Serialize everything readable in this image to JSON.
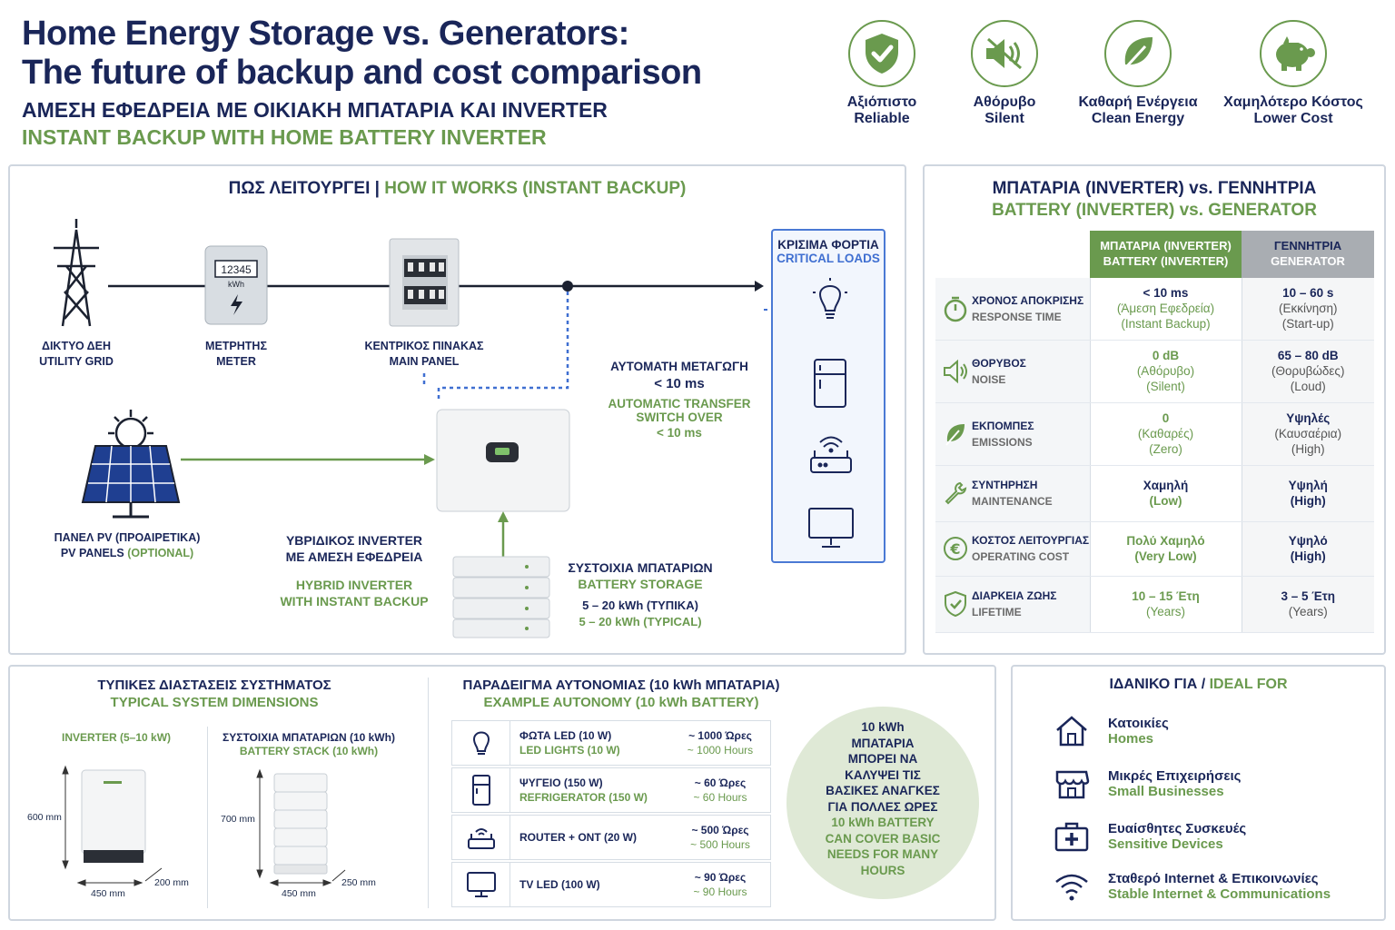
{
  "header": {
    "title_line1": "Home Energy Storage vs. Generators:",
    "title_line2": "The future of backup and cost comparison",
    "subtitle_gr": "ΑΜΕΣΗ ΕΦΕΔΡΕΙΑ ΜΕ ΟΙΚΙΑΚΗ ΜΠΑΤΑΡΙΑ ΚΑΙ INVERTER",
    "subtitle_en": "INSTANT BACKUP WITH HOME BATTERY INVERTER"
  },
  "benefits": [
    {
      "icon": "shield-check-icon",
      "gr": "Αξιόπιστο",
      "en": "Reliable"
    },
    {
      "icon": "speaker-mute-icon",
      "gr": "Αθόρυβο",
      "en": "Silent"
    },
    {
      "icon": "leaf-icon",
      "gr": "Καθαρή Ενέργεια",
      "en": "Clean Energy"
    },
    {
      "icon": "piggy-bank-icon",
      "gr": "Χαμηλότερο Κόστος",
      "en": "Lower Cost"
    }
  ],
  "how": {
    "title_gr": "ΠΩΣ ΛΕΙΤΟΥΡΓΕΙ |",
    "title_en": "HOW IT WORKS (INSTANT BACKUP)",
    "grid_gr": "ΔΙΚΤΥΟ ΔΕΗ",
    "grid_en": "UTILITY GRID",
    "meter_gr": "ΜΕΤΡΗΤΗΣ",
    "meter_en": "METER",
    "meter_reading": "12345",
    "meter_unit": "kWh",
    "panel_gr": "ΚΕΝΤΡΙΚΟΣ ΠΙΝΑΚΑΣ",
    "panel_en": "MAIN PANEL",
    "switch_gr": "ΑΥΤΟΜΑΤΗ ΜΕΤΑΓΩΓΗ",
    "switch_gr_time": "< 10 ms",
    "switch_en1": "AUTOMATIC TRANSFER",
    "switch_en2": "SWITCH OVER",
    "switch_en_time": "< 10 ms",
    "pv_gr": "ΠΑΝΕΛ PV (ΠΡΟΑΙΡΕΤΙΚΑ)",
    "pv_en_a": "PV PANELS",
    "pv_en_b": "(OPTIONAL)",
    "inverter_gr1": "ΥΒΡΙΔΙΚΟΣ INVERTER",
    "inverter_gr2": "ΜΕ ΑΜΕΣΗ ΕΦΕΔΡΕΙΑ",
    "inverter_en1": "HYBRID INVERTER",
    "inverter_en2": "WITH INSTANT BACKUP",
    "battery_gr": "ΣΥΣΤΟΙΧΙΑ ΜΠΑΤΑΡΙΩΝ",
    "battery_en": "BATTERY STORAGE",
    "battery_gr_cap": "5 – 20 kWh (ΤΥΠΙΚΑ)",
    "battery_en_cap": "5 – 20 kWh (TYPICAL)",
    "loads_gr": "ΚΡΙΣΙΜΑ ΦΟΡΤΙΑ",
    "loads_en": "CRITICAL LOADS"
  },
  "compare": {
    "title_gr": "ΜΠΑΤΑΡΙΑ (INVERTER) vs. ΓΕΝΝΗΤΡΙΑ",
    "title_en": "BATTERY (INVERTER) vs. GENERATOR",
    "col_battery_gr": "ΜΠΑΤΑΡΙΑ (INVERTER)",
    "col_battery_en": "BATTERY (INVERTER)",
    "col_gen_gr": "ΓΕΝΝΗΤΡΙΑ",
    "col_gen_en": "GENERATOR",
    "rows": [
      {
        "icon": "stopwatch-icon",
        "gr": "ΧΡΟΝΟΣ ΑΠΟΚΡΙΣΗΣ",
        "en": "RESPONSE TIME",
        "b1": "< 10 ms",
        "b2": "(Άμεση Εφεδρεία)",
        "b3": "(Instant Backup)",
        "g1": "10 – 60 s",
        "g2": "(Εκκίνηση)",
        "g3": "(Start-up)"
      },
      {
        "icon": "speaker-icon",
        "gr": "ΘΟΡΥΒΟΣ",
        "en": "NOISE",
        "b1": "0 dB",
        "b2": "(Αθόρυβο)",
        "b3": "(Silent)",
        "g1": "65 – 80 dB",
        "g2": "(Θορυβώδες)",
        "g3": "(Loud)"
      },
      {
        "icon": "leaf-icon",
        "gr": "ΕΚΠΟΜΠΕΣ",
        "en": "EMISSIONS",
        "b1": "0",
        "b2": "(Καθαρές)",
        "b3": "(Zero)",
        "g1": "Υψηλές",
        "g2": "(Καυσαέρια)",
        "g3": "(High)"
      },
      {
        "icon": "wrench-icon",
        "gr": "ΣΥΝΤΗΡΗΣΗ",
        "en": "MAINTENANCE",
        "b1": "Χαμηλή",
        "b2": "(Low)",
        "b3": "",
        "g1": "Υψηλή",
        "g2": "(High)",
        "g3": ""
      },
      {
        "icon": "euro-icon",
        "gr": "ΚΟΣΤΟΣ ΛΕΙΤΟΥΡΓΙΑΣ",
        "en": "OPERATING COST",
        "b1": "Πολύ Χαμηλό",
        "b2": "(Very Low)",
        "b3": "",
        "g1": "Υψηλό",
        "g2": "(High)",
        "g3": ""
      },
      {
        "icon": "shield-check-icon",
        "gr": "ΔΙΑΡΚΕΙΑ ΖΩΗΣ",
        "en": "LIFETIME",
        "b1": "10 – 15 Έτη",
        "b2": "(Years)",
        "b3": "",
        "g1": "3 – 5 Έτη",
        "g2": "(Years)",
        "g3": ""
      }
    ]
  },
  "dims": {
    "title_gr": "ΤΥΠΙΚΕΣ ΔΙΑΣΤΑΣΕΙΣ ΣΥΣΤΗΜΑΤΟΣ",
    "title_en": "TYPICAL SYSTEM DIMENSIONS",
    "inv_label": "INVERTER (5–10 kW)",
    "bat_label_gr": "ΣΥΣΤΟΙΧΙΑ ΜΠΑΤΑΡΙΩΝ (10 kWh)",
    "bat_label_en": "BATTERY STACK (10 kWh)",
    "inv_h": "600 mm",
    "inv_w": "450 mm",
    "inv_d": "200 mm",
    "bat_h": "700 mm",
    "bat_w": "450 mm",
    "bat_d": "250 mm"
  },
  "autonomy": {
    "title_gr": "ΠΑΡΑΔΕΙΓΜΑ ΑΥΤΟΝΟΜΙΑΣ (10 kWh ΜΠΑΤΑΡΙΑ)",
    "title_en": "EXAMPLE AUTONOMY (10 kWh BATTERY)",
    "rows": [
      {
        "icon": "bulb-icon",
        "gr": "ΦΩΤΑ LED (10 W)",
        "en": "LED LIGHTS (10 W)",
        "hgr": "~ 1000 Ώρες",
        "hen": "~ 1000 Hours"
      },
      {
        "icon": "fridge-icon",
        "gr": "ΨΥΓΕΙΟ (150 W)",
        "en": "REFRIGERATOR (150 W)",
        "hgr": "~ 60 Ώρες",
        "hen": "~ 60 Hours"
      },
      {
        "icon": "router-icon",
        "gr": "ROUTER + ONT (20 W)",
        "en": "",
        "hgr": "~ 500 Ώρες",
        "hen": "~ 500 Hours"
      },
      {
        "icon": "tv-icon",
        "gr": "TV LED (100 W)",
        "en": "",
        "hgr": "~ 90 Ώρες",
        "hen": "~ 90 Hours"
      }
    ],
    "bubble_gr": [
      "10 kWh",
      "ΜΠΑΤΑΡΙΑ",
      "ΜΠΟΡΕΙ ΝΑ",
      "ΚΑΛΥΨΕΙ ΤΙΣ",
      "ΒΑΣΙΚΕΣ ΑΝΑΓΚΕΣ",
      "ΓΙΑ ΠΟΛΛΕΣ ΩΡΕΣ"
    ],
    "bubble_en": [
      "10 kWh BATTERY",
      "CAN COVER BASIC",
      "NEEDS FOR MANY",
      "HOURS"
    ]
  },
  "ideal": {
    "title_gr": "ΙΔΑΝΙΚΟ ΓΙΑ /",
    "title_en": "IDEAL FOR",
    "items": [
      {
        "icon": "house-icon",
        "gr": "Κατοικίες",
        "en": "Homes"
      },
      {
        "icon": "store-icon",
        "gr": "Μικρές Επιχειρήσεις",
        "en": "Small Businesses"
      },
      {
        "icon": "medical-kit-icon",
        "gr": "Ευαίσθητες Συσκευές",
        "en": "Sensitive Devices"
      },
      {
        "icon": "wifi-icon",
        "gr": "Σταθερό Internet & Επικοινωνίες",
        "en": "Stable Internet & Communications"
      }
    ]
  },
  "colors": {
    "navy": "#1a2659",
    "green": "#6a9a4e",
    "table_header_green": "#6a9a4e",
    "table_header_gray": "#a9adb2",
    "bubble": "#dfe9d6"
  }
}
